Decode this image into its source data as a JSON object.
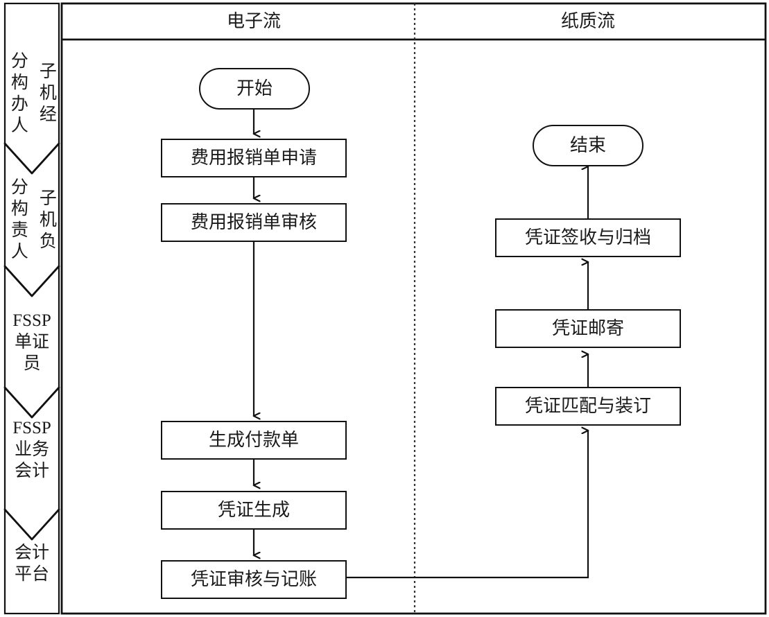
{
  "diagram": {
    "title_columns": [
      {
        "id": "electronic",
        "label": "电子流"
      },
      {
        "id": "paper",
        "label": "纸质流"
      }
    ],
    "lanes": [
      {
        "id": "branch-handler",
        "label": "子分机构经办人",
        "col_right": "子机经",
        "col_left": "分构办人"
      },
      {
        "id": "branch-manager",
        "label": "子分机构负责人",
        "col_right": "子机负",
        "col_left": "分构责人"
      },
      {
        "id": "fssp-document-clerk",
        "label": "FSSP单证员",
        "line1": "FSSP",
        "line2": "单证",
        "line3": "员"
      },
      {
        "id": "fssp-business-accountant",
        "label": "FSSP业务会计",
        "line1": "FSSP",
        "line2": "业务",
        "line3": "会计"
      },
      {
        "id": "accounting-platform",
        "label": "会计平台",
        "line1": "会计",
        "line2": "平台"
      }
    ],
    "nodes": {
      "start": "开始",
      "expense_claim_apply": "费用报销单申请",
      "expense_claim_review": "费用报销单审核",
      "generate_payment_order": "生成付款单",
      "voucher_generate": "凭证生成",
      "voucher_review_booking": "凭证审核与记账",
      "voucher_match_binding": "凭证匹配与装订",
      "voucher_mail": "凭证邮寄",
      "voucher_receipt_archive": "凭证签收与归档",
      "end": "结束"
    },
    "colors": {
      "stroke": "#111111",
      "text": "#1a1a1a",
      "background": "#ffffff",
      "divider": "#333333"
    }
  }
}
